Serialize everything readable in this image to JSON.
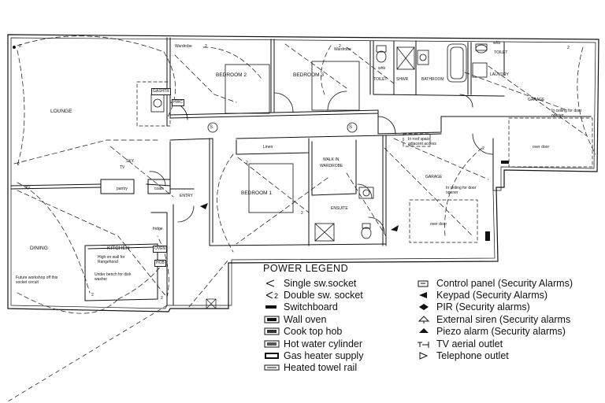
{
  "rooms": {
    "lounge": "LOUNGE",
    "dining": "DINING",
    "kitchen": "KITCHEN",
    "bedroom2": "BEDROOM 2",
    "bedroom3": "BEDROOM 3",
    "bedroom1": "BEDROOM 1",
    "wardrobe_a": "Wardrobe",
    "wardrobe_b": "Wardrobe",
    "toilet_a": "TOILET",
    "toilet_b": "TOILET",
    "shwr": "SHWR",
    "bathroom": "BATHROOM",
    "laundry": "LAUNDRY",
    "garage_a": "GARAGE",
    "garage_b": "GARAGE",
    "linen": "Linen",
    "walk_in": "WALK IN",
    "wardrobe_c": "WARDROBE",
    "ensuite": "ENSUITE",
    "entry": "ENTRY",
    "pantry": "pantry",
    "coats": "coats"
  },
  "notes": {
    "ceiling_door_a": "In ceiling for door opener",
    "ceiling_door_b": "In ceiling for door opener",
    "over_door_a": "over door",
    "over_door_b": "over door",
    "roof_space": "In roof space adjacent access",
    "high_wall": "High on wall for Rangehood",
    "under_bench": "Under bench for dish washer",
    "future_workshop": "Future workshop off this socket circuit",
    "fridge": "fridge",
    "whb_a": "whb",
    "whb_b": "whb",
    "sky": "SKY",
    "tv_a": "TV",
    "tv_b": "TV"
  },
  "appliance_tags": {
    "gas": "GASHTR",
    "hwc": "HWC",
    "hob": "HOB",
    "oven": "OVEN"
  },
  "socket_marks": {
    "two": "2",
    "switch_s": "S"
  },
  "legend": {
    "title": "POWER LEGEND",
    "left": [
      {
        "icon": "single-socket-icon",
        "label": "Single sw.socket"
      },
      {
        "icon": "double-socket-icon",
        "label": "Double sw. socket"
      },
      {
        "icon": "switchboard-icon",
        "label": "Switchboard"
      },
      {
        "icon": "wall-oven-icon",
        "label": "Wall oven"
      },
      {
        "icon": "cook-top-hob-icon",
        "label": "Cook top hob"
      },
      {
        "icon": "hot-water-cylinder-icon",
        "label": "Hot water cylinder"
      },
      {
        "icon": "gas-heater-icon",
        "label": "Gas heater supply"
      },
      {
        "icon": "heated-towel-rail-icon",
        "label": "Heated towel rail"
      }
    ],
    "right": [
      {
        "icon": "control-panel-icon",
        "label": "Control panel (Security Alarms)"
      },
      {
        "icon": "keypad-icon",
        "label": "Keypad (Security Alarms)"
      },
      {
        "icon": "pir-icon",
        "label": "PIR (Security alarms)"
      },
      {
        "icon": "external-siren-icon",
        "label": "External siren (Security alarms"
      },
      {
        "icon": "piezo-alarm-icon",
        "label": "Piezo alarm (Security alarms)"
      },
      {
        "icon": "tv-aerial-icon",
        "label": "TV aerial outlet"
      },
      {
        "icon": "telephone-icon",
        "label": "Telephone outlet"
      }
    ]
  }
}
